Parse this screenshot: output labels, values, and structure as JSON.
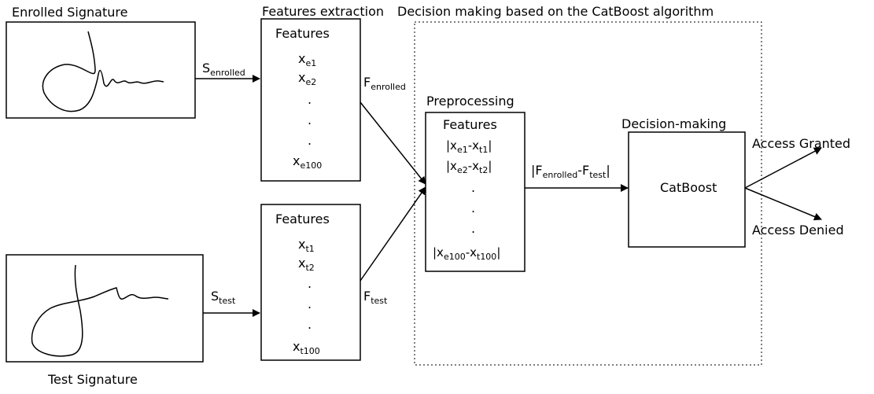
{
  "title": "Decision making based on the CatBoost algorithm",
  "enrolled": {
    "caption": "Enrolled Signature",
    "signal": {
      "main": "S",
      "sub": "enrolled"
    }
  },
  "test": {
    "caption": "Test Signature",
    "signal": {
      "main": "S",
      "sub": "test"
    }
  },
  "feature_extraction": {
    "caption": "Features extraction",
    "enrolled_box": {
      "heading": "Features",
      "items": [
        {
          "main": "x",
          "sub": "e1"
        },
        {
          "main": "x",
          "sub": "e2"
        },
        {
          "main": "x",
          "sub": "e100"
        }
      ],
      "dots": "."
    },
    "test_box": {
      "heading": "Features",
      "items": [
        {
          "main": "x",
          "sub": "t1"
        },
        {
          "main": "x",
          "sub": "t2"
        },
        {
          "main": "x",
          "sub": "t100"
        }
      ],
      "dots": "."
    },
    "enrolled_output": {
      "main": "F",
      "sub": "enrolled"
    },
    "test_output": {
      "main": "F",
      "sub": "test"
    }
  },
  "preprocessing": {
    "caption": "Preprocessing",
    "heading": "Features",
    "rows": [
      {
        "a": "e1",
        "b": "t1"
      },
      {
        "a": "e2",
        "b": "t2"
      },
      {
        "a": "e100",
        "b": "t100"
      }
    ],
    "dots": ".",
    "output": {
      "a": "enrolled",
      "b": "test"
    }
  },
  "decision": {
    "caption": "Decision-making",
    "box_label": "CatBoost",
    "granted": "Access Granted",
    "denied": "Access Denied"
  }
}
